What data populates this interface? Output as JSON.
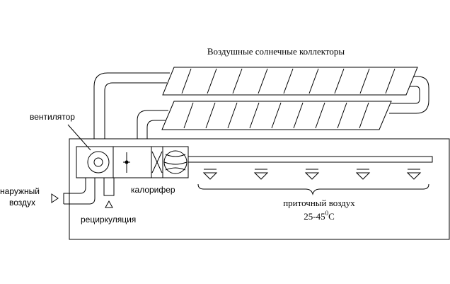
{
  "labels": {
    "collectors": "Воздушные солнечные коллекторы",
    "fan": "вентилятор",
    "outdoor_air_line1": "наружный",
    "outdoor_air_line2": "воздух",
    "heater": "калорифер",
    "recirculation": "рециркуляция",
    "supply_air": "приточный воздух",
    "temp_range": "25-45",
    "temp_degree": "0",
    "temp_unit": "C"
  }
}
